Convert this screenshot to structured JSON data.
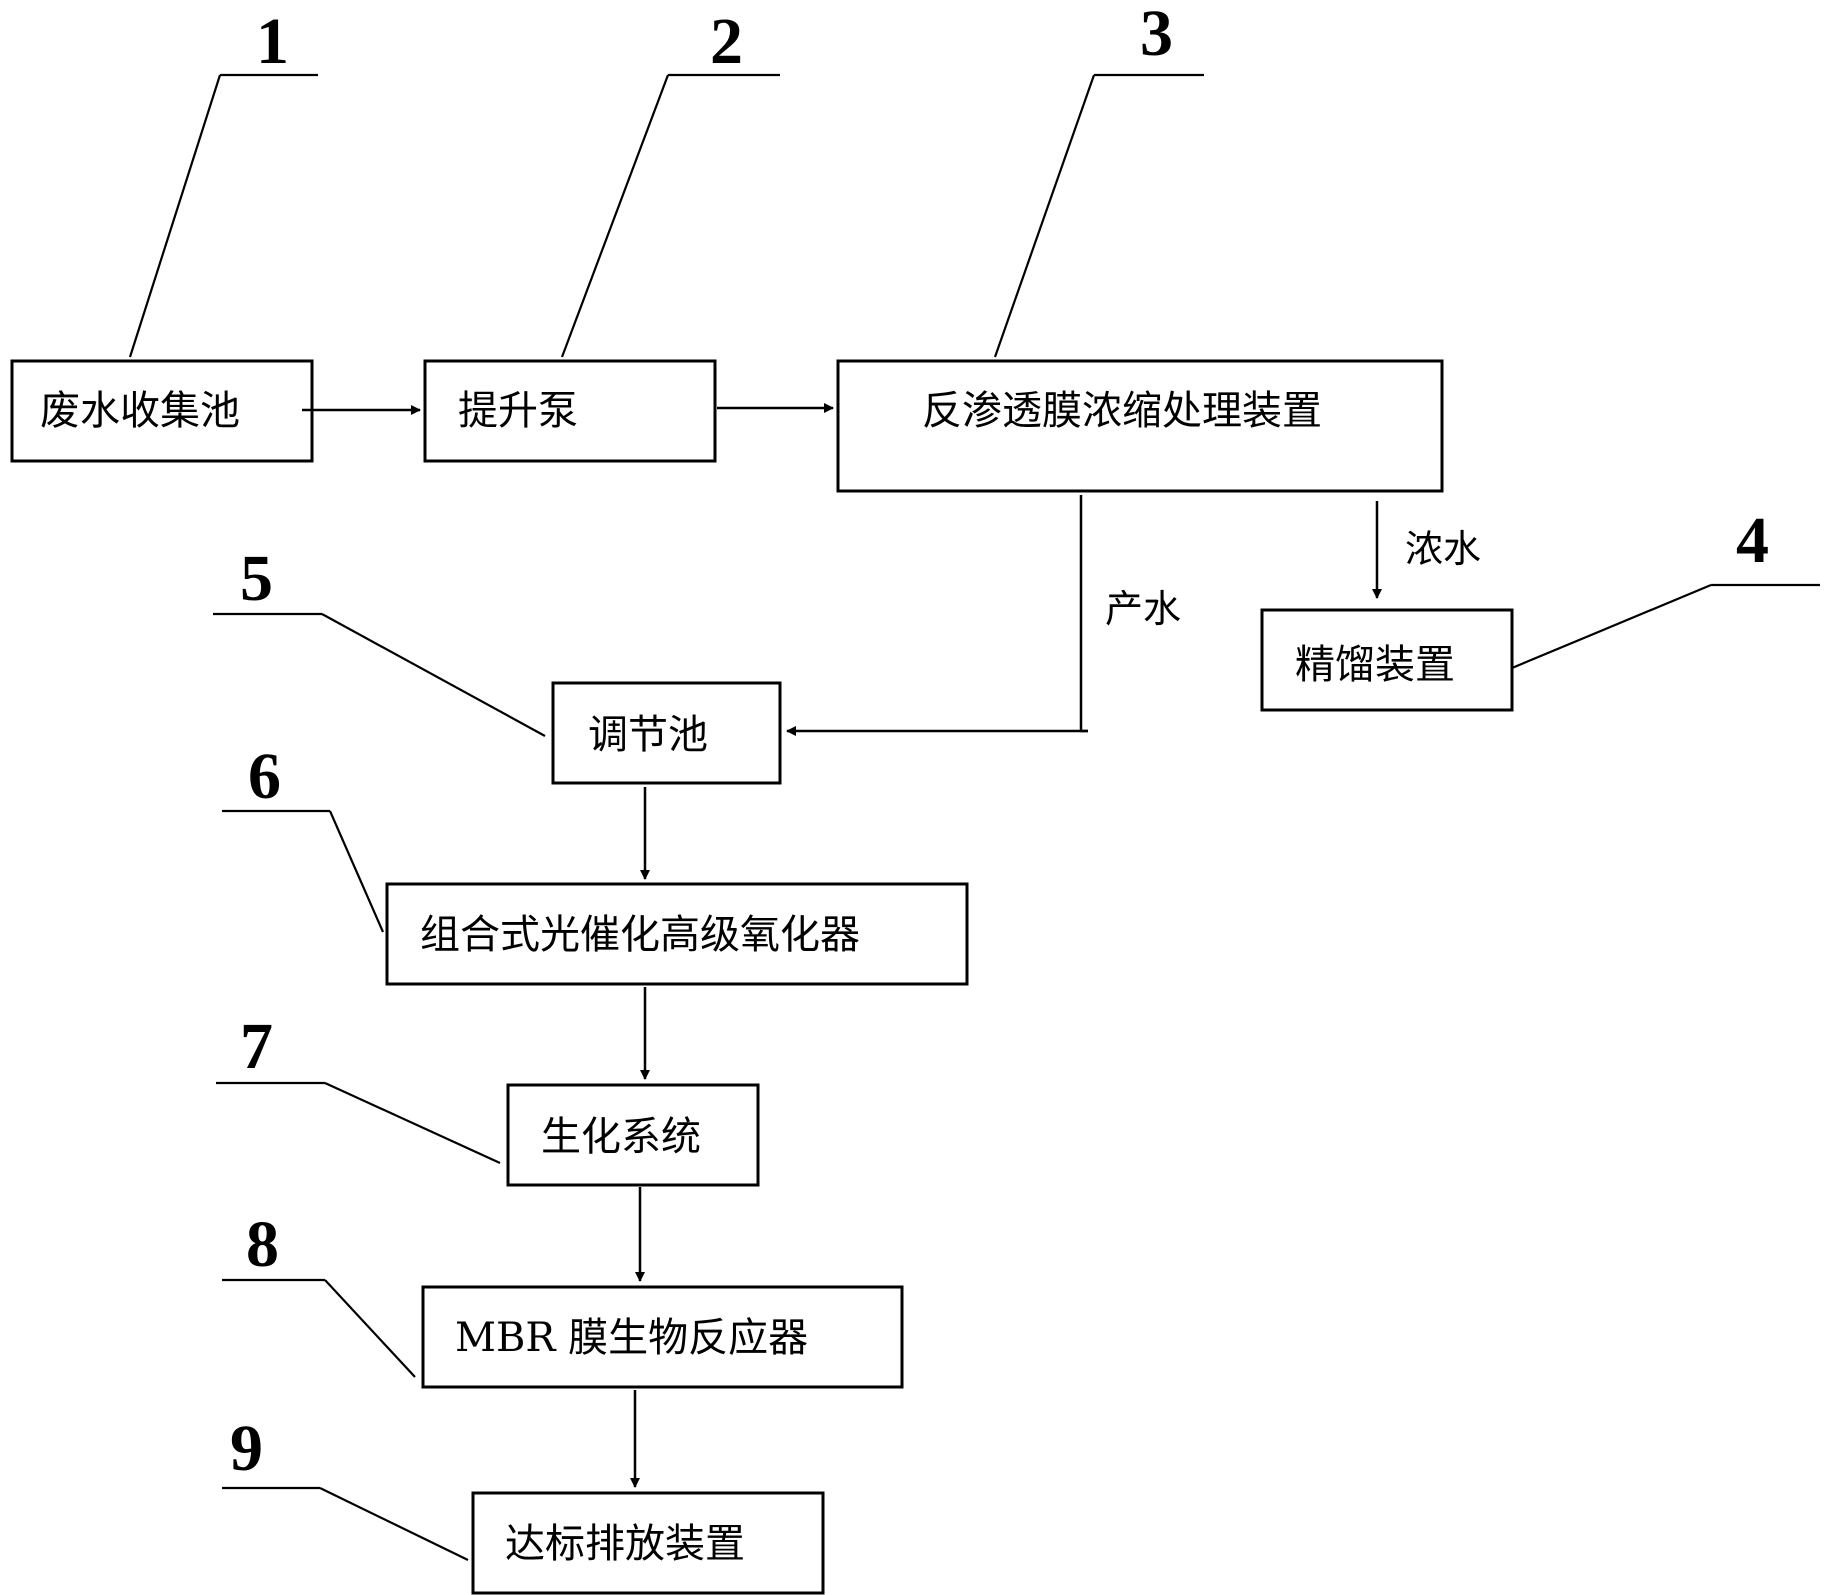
{
  "diagram": {
    "boxes": {
      "b1": "废水收集池",
      "b2": "提升泵",
      "b3": "反渗透膜浓缩处理装置",
      "b4": "精馏装置",
      "b5": "调节池",
      "b6": "组合式光催化高级氧化器",
      "b7": "生化系统",
      "b8": "MBR 膜生物反应器",
      "b9": "达标排放装置"
    },
    "flow_labels": {
      "concentrate": "浓水",
      "product": "产水"
    },
    "numbers": {
      "n1": "1",
      "n2": "2",
      "n3": "3",
      "n4": "4",
      "n5": "5",
      "n6": "6",
      "n7": "7",
      "n8": "8",
      "n9": "9"
    }
  }
}
